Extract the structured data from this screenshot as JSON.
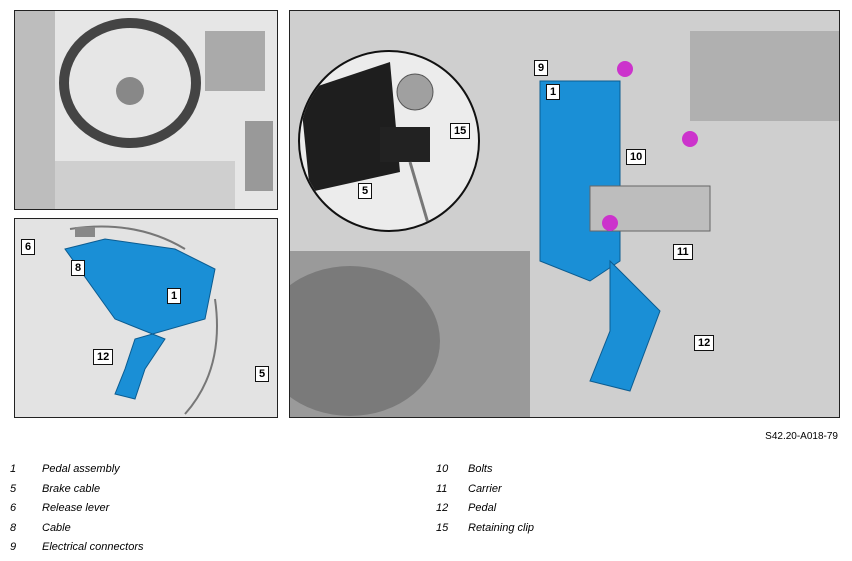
{
  "reference_code": "S42.20-A018-79",
  "callouts": {
    "c1_main": "1",
    "c9": "9",
    "c10": "10",
    "c11": "11",
    "c12_main": "12",
    "c15": "15",
    "c5_zoom": "5",
    "c6": "6",
    "c8": "8",
    "c1_small": "1",
    "c12_small": "12",
    "c5_small": "5"
  },
  "legend_left": [
    {
      "num": "1",
      "label": "Pedal assembly"
    },
    {
      "num": "5",
      "label": "Brake cable"
    },
    {
      "num": "6",
      "label": "Release lever"
    },
    {
      "num": "8",
      "label": "Cable"
    },
    {
      "num": "9",
      "label": "Electrical connectors"
    }
  ],
  "legend_right": [
    {
      "num": "10",
      "label": "Bolts"
    },
    {
      "num": "11",
      "label": "Carrier"
    },
    {
      "num": "12",
      "label": "Pedal"
    },
    {
      "num": "15",
      "label": "Retaining clip"
    }
  ],
  "colors": {
    "pedal_blue": "#1a8fd6",
    "bolt_magenta": "#cc33cc",
    "panel_grey": "#d9d9d9"
  }
}
